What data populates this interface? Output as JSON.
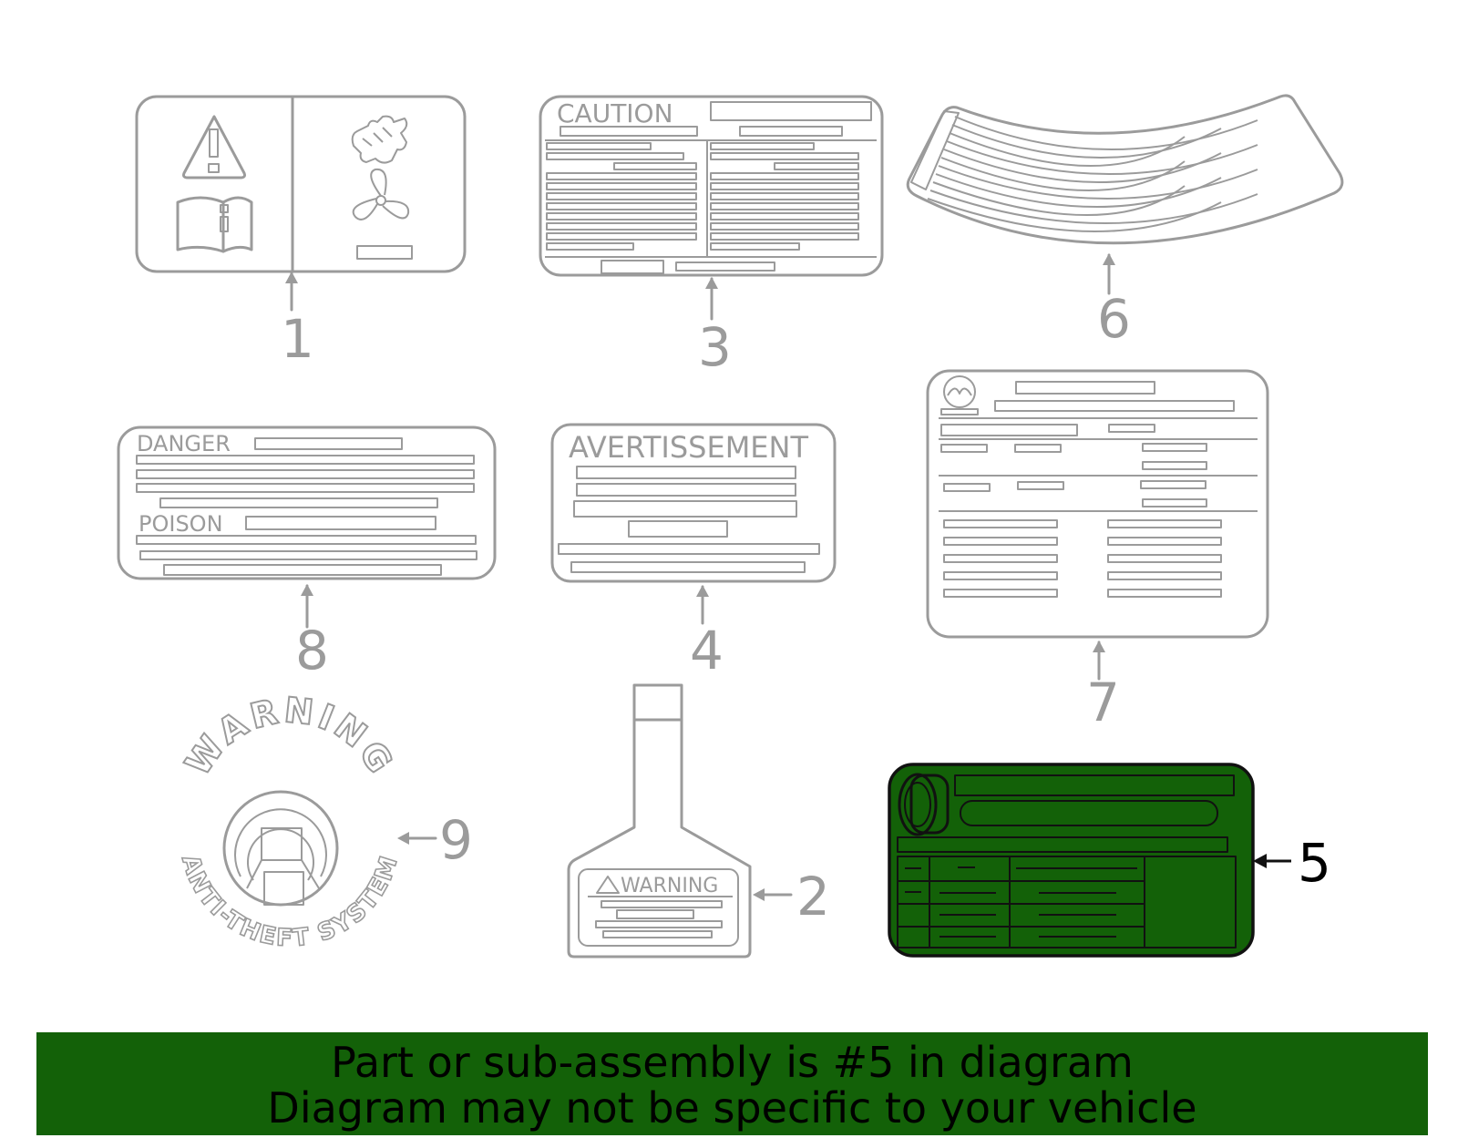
{
  "callouts": [
    {
      "id": "label-1",
      "number": "1"
    },
    {
      "id": "label-2",
      "number": "2"
    },
    {
      "id": "label-3",
      "number": "3"
    },
    {
      "id": "label-4",
      "number": "4"
    },
    {
      "id": "label-5",
      "number": "5",
      "highlighted": true
    },
    {
      "id": "label-6",
      "number": "6"
    },
    {
      "id": "label-7",
      "number": "7"
    },
    {
      "id": "label-8",
      "number": "8"
    },
    {
      "id": "label-9",
      "number": "9"
    }
  ],
  "label_texts": {
    "caution": "CAUTION",
    "danger": "DANGER",
    "poison": "POISON",
    "avertissement": "AVERTISSEMENT",
    "warning": "WARNING",
    "seal_top": "WARNING",
    "seal_bottom": "ANTI-THEFT SYSTEM"
  },
  "footer": {
    "line1": "Part or sub-assembly is #5 in diagram",
    "line2": "Diagram may not be specific to your vehicle"
  },
  "colors": {
    "highlight": "#136108",
    "line_gray": "#9b9b9b",
    "banner": "#136108",
    "text_dark": "#000000"
  }
}
